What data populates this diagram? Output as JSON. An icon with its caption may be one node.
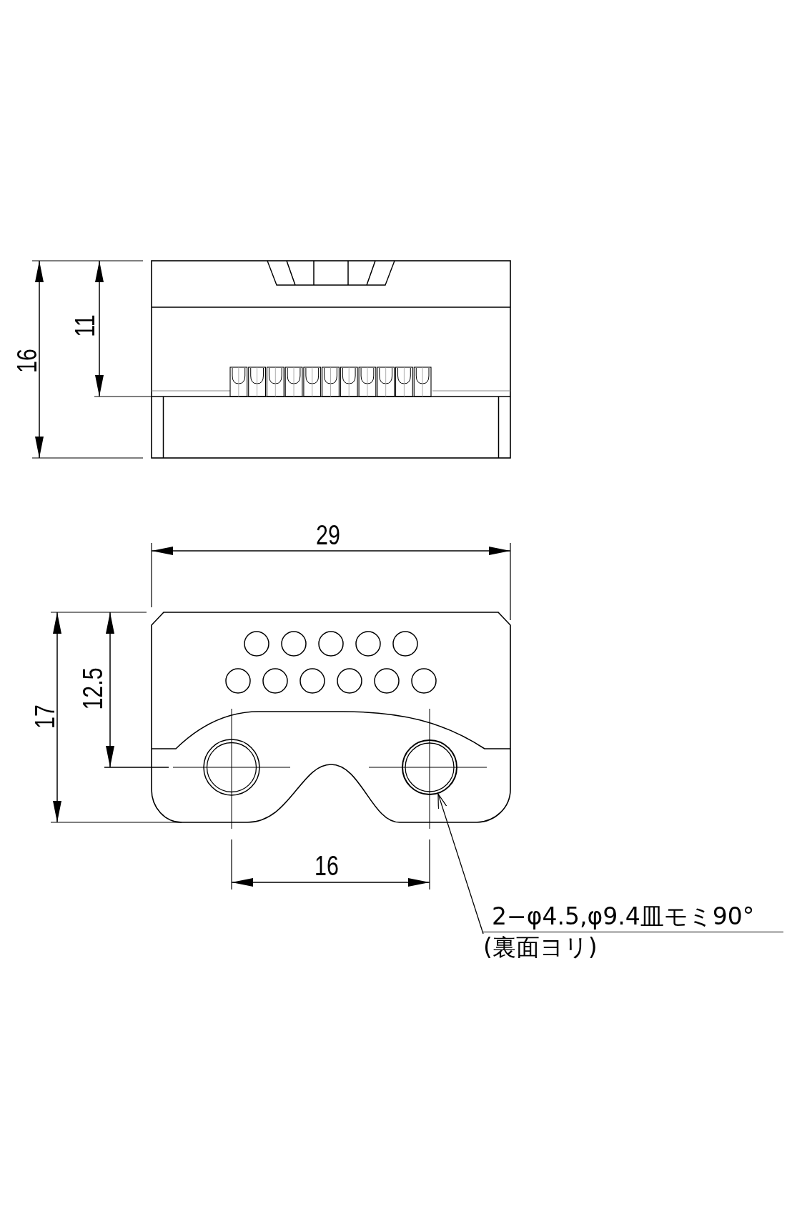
{
  "diagram": {
    "nodes": [
      {
        "text": [
          "2−φ4.5,φ9.4皿モミ90°",
          "(裏面ヨリ)"
        ]
      },
      {
        "text": [],
        "shape": "circle"
      }
    ],
    "edges": [
      {
        "from": 0,
        "to": 1,
        "arrow": "to"
      }
    ],
    "labels": [
      "16",
      "11",
      "29",
      "17",
      "12.5",
      "16"
    ]
  }
}
